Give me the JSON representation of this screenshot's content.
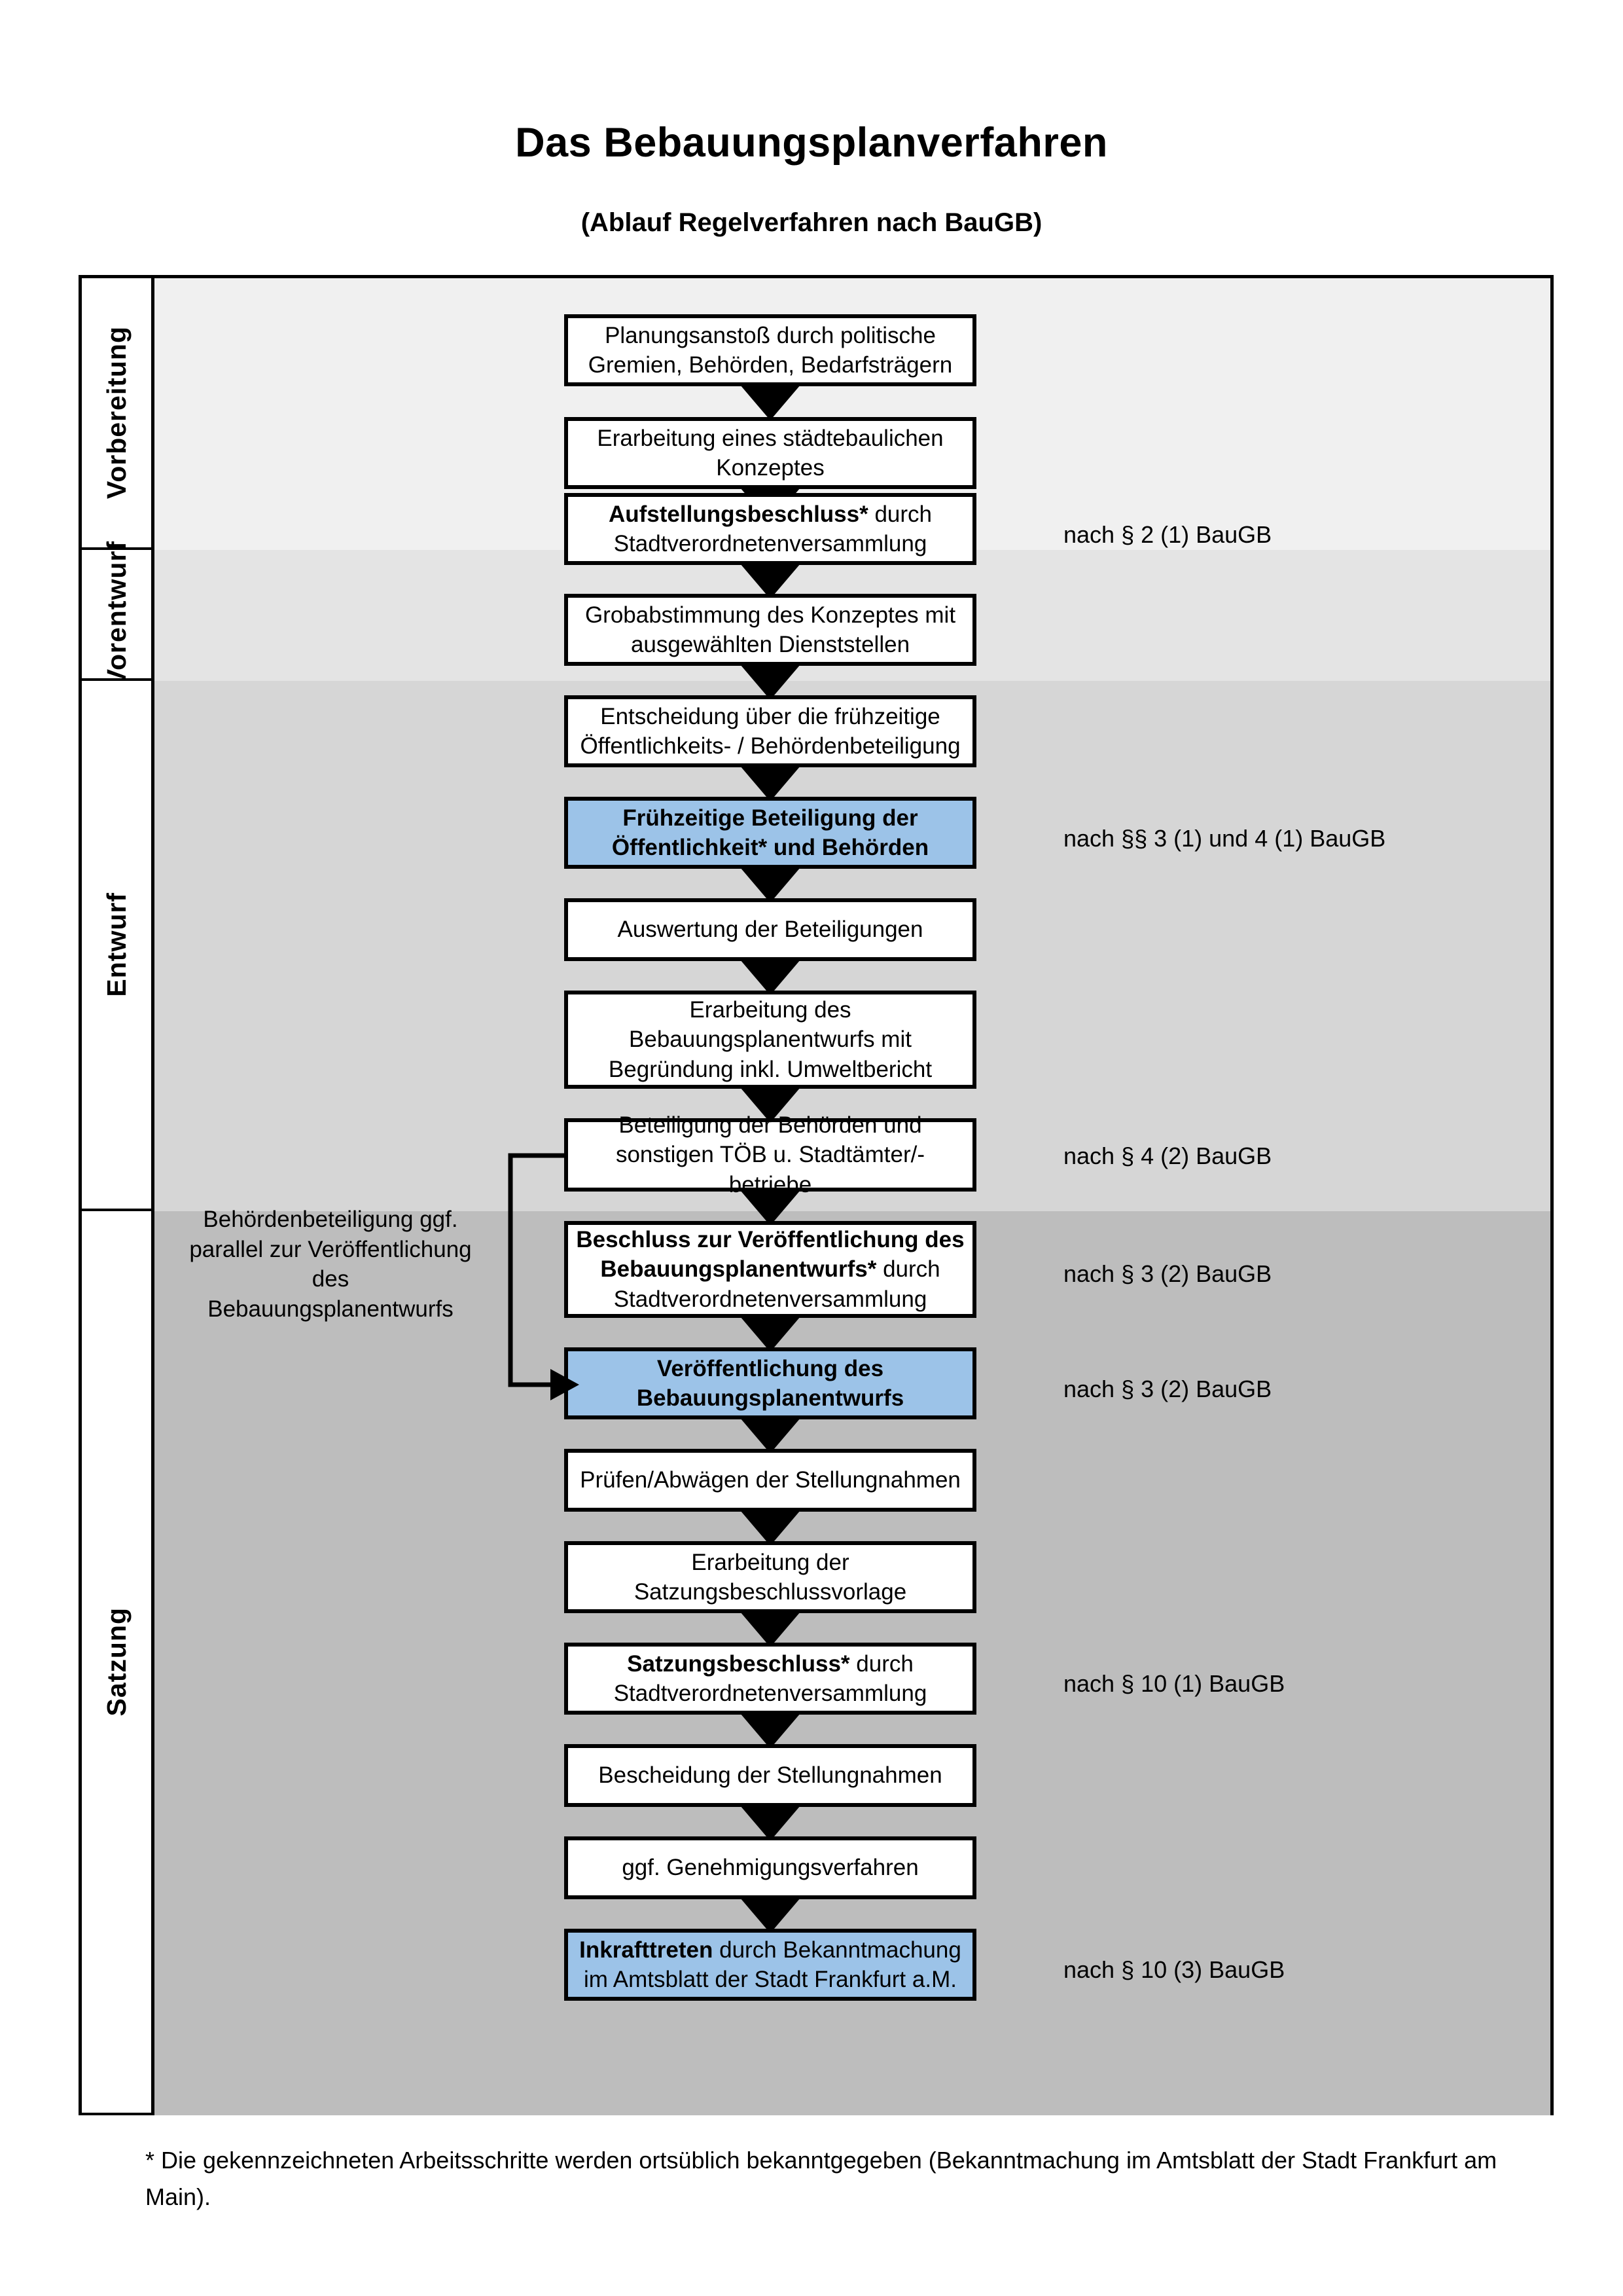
{
  "header": {
    "title": "Das Bebauungsplanverfahren",
    "subtitle": "(Ablauf Regelverfahren nach BauGB)"
  },
  "phases": [
    {
      "label": "Vorbereitung"
    },
    {
      "label": "Vorentwurf"
    },
    {
      "label": "Entwurf"
    },
    {
      "label": "Satzung"
    }
  ],
  "steps": [
    {
      "id": "planungsanstoss",
      "phase": "Vorbereitung",
      "text": "Planungsanstoß durch politische Gremien, Behörden, Bedarfsträgern",
      "bold_prefix": "",
      "highlight": false
    },
    {
      "id": "konzept",
      "phase": "Vorbereitung",
      "text": "Erarbeitung eines städtebaulichen Konzeptes",
      "bold_prefix": "",
      "highlight": false
    },
    {
      "id": "aufstellungsbeschluss",
      "phase": "Vorbereitung",
      "text": "Aufstellungsbeschluss* durch Stadtverordnetenversammlung",
      "bold_prefix": "Aufstellungsbeschluss*",
      "highlight": false
    },
    {
      "id": "grobabstimmung",
      "phase": "Vorentwurf",
      "text": "Grobabstimmung des Konzeptes mit ausgewählten Dienststellen",
      "bold_prefix": "",
      "highlight": false
    },
    {
      "id": "entscheidung-fruehzeitig",
      "phase": "Vorentwurf",
      "text": "Entscheidung über die frühzeitige Öffentlichkeits- / Behördenbeteiligung",
      "bold_prefix": "",
      "highlight": false
    },
    {
      "id": "fruehzeitige-beteiligung",
      "phase": "Vorentwurf",
      "text": "Frühzeitige Beteiligung der Öffentlichkeit* und Behörden",
      "bold_prefix": "ALL",
      "highlight": true
    },
    {
      "id": "auswertung",
      "phase": "Entwurf",
      "text": "Auswertung der Beteiligungen",
      "bold_prefix": "",
      "highlight": false
    },
    {
      "id": "erarbeitung-entwurf",
      "phase": "Entwurf",
      "text": "Erarbeitung des Bebauungsplanentwurfs mit Begründung inkl. Umweltbericht",
      "bold_prefix": "",
      "highlight": false
    },
    {
      "id": "beteiligung-behoerden",
      "phase": "Entwurf",
      "text": "Beteiligung der Behörden und sonstigen TÖB u. Stadtämter/-betriebe",
      "bold_prefix": "",
      "highlight": false
    },
    {
      "id": "beschluss-veroeffentlichung",
      "phase": "Entwurf",
      "text": "Beschluss zur Veröffentlichung des Bebauungsplanentwurfs* durch Stadtverordnetenversammlung",
      "bold_prefix": "Beschluss zur Veröffentlichung des Bebauungsplanentwurfs*",
      "highlight": false
    },
    {
      "id": "veroeffentlichung",
      "phase": "Entwurf",
      "text": "Veröffentlichung des Bebauungsplanentwurfs",
      "bold_prefix": "ALL",
      "highlight": true
    },
    {
      "id": "pruefen-abwaegen",
      "phase": "Satzung",
      "text": "Prüfen/Abwägen der Stellungnahmen",
      "bold_prefix": "",
      "highlight": false
    },
    {
      "id": "satzungsbeschlussvorlage",
      "phase": "Satzung",
      "text": "Erarbeitung der Satzungsbeschlussvorlage",
      "bold_prefix": "",
      "highlight": false
    },
    {
      "id": "satzungsbeschluss",
      "phase": "Satzung",
      "text": "Satzungsbeschluss* durch Stadtverordnetenversammlung",
      "bold_prefix": "Satzungsbeschluss*",
      "highlight": false
    },
    {
      "id": "bescheidung",
      "phase": "Satzung",
      "text": "Bescheidung der Stellungnahmen",
      "bold_prefix": "",
      "highlight": false
    },
    {
      "id": "genehmigungsverfahren",
      "phase": "Satzung",
      "text": "ggf. Genehmigungsverfahren",
      "bold_prefix": "",
      "highlight": false
    },
    {
      "id": "inkrafttreten",
      "phase": "Satzung",
      "text": "Inkrafttreten durch Bekanntmachung im Amtsblatt der Stadt Frankfurt a.M.",
      "bold_prefix": "Inkrafttreten",
      "highlight": true
    }
  ],
  "legal_notes": [
    {
      "id": "note-par2",
      "text": "nach § 2 (1) BauGB",
      "for_step": "aufstellungsbeschluss"
    },
    {
      "id": "note-par3-4",
      "text": "nach §§ 3 (1) und 4 (1) BauGB",
      "for_step": "fruehzeitige-beteiligung"
    },
    {
      "id": "note-par4-2",
      "text": "nach § 4 (2) BauGB",
      "for_step": "beteiligung-behoerden"
    },
    {
      "id": "note-par3-2a",
      "text": "nach § 3 (2) BauGB",
      "for_step": "beschluss-veroeffentlichung"
    },
    {
      "id": "note-par3-2b",
      "text": "nach § 3 (2) BauGB",
      "for_step": "veroeffentlichung"
    },
    {
      "id": "note-par10-1",
      "text": "nach § 10 (1) BauGB",
      "for_step": "satzungsbeschluss"
    },
    {
      "id": "note-par10-3",
      "text": "nach § 10 (3) BauGB",
      "for_step": "inkrafttreten"
    }
  ],
  "side_note": {
    "text": "Behördenbeteiligung ggf. parallel zur Veröffentlichung des Bebauungsplanentwurfs"
  },
  "footnote": {
    "text": "* Die gekennzeichneten Arbeitsschritte werden ortsüblich bekanntgegeben (Bekanntmachung im Amtsblatt  der Stadt Frankfurt am Main)."
  },
  "colors": {
    "highlight_fill": "#9CC3E8",
    "band_vorbereitung": "#F0F0F0",
    "band_vorentwurf": "#E4E4E4",
    "band_entwurf": "#D6D6D6",
    "band_satzung": "#BDBDBD",
    "outline": "#000000"
  }
}
